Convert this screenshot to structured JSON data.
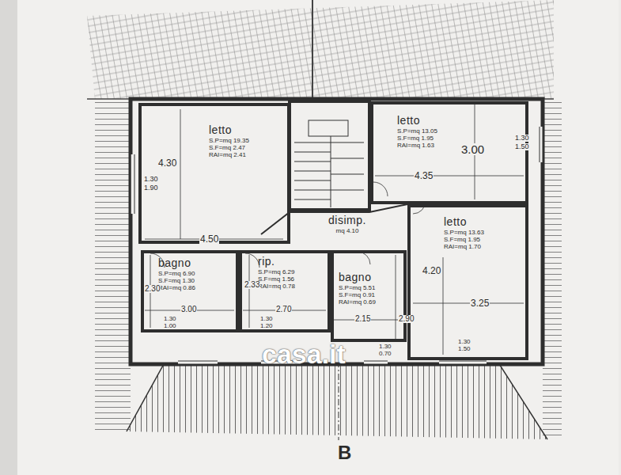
{
  "diagram": {
    "nodes": [
      {
        "text": [
          "letto",
          "S.P=mq 19.35",
          "S.F=mq 2.47",
          "RAI=mq 2.41"
        ]
      },
      {
        "text": [
          "letto",
          "S.P=mq 13.05",
          "S.F=mq 1.95",
          "RAI=mq 1.63"
        ]
      },
      {
        "text": [
          "disimp.",
          "mq 4.10"
        ]
      },
      {
        "text": [
          "letto",
          "S.P=mq 13.63",
          "S.F=mq 1.95",
          "RAI=mq 1.70"
        ]
      },
      {
        "text": [
          "bagno",
          "S.P=mq 6.90",
          "S.F=mq 1.30",
          "RAI=mq 0.86"
        ]
      },
      {
        "text": [
          "rip.",
          "S.P=mq 6.29",
          "S.F=mq 1.56",
          "RAI=mq 0.78"
        ]
      },
      {
        "text": [
          "bagno",
          "S.P=mq 5.51",
          "S.F=mq 0.91",
          "RAI=mq 0.69"
        ]
      }
    ],
    "labels": [
      "4.30",
      "4.50",
      "1.30",
      "1.90",
      "3.00",
      "4.35",
      "1.30",
      "1.50",
      "4.20",
      "3.25",
      "2.30",
      "3.00",
      "1.30",
      "1.00",
      "2.33",
      "2.70",
      "1.30",
      "1.20",
      "2.15",
      "2.90",
      "1.30",
      "0.70",
      "1.30",
      "1.50",
      "casa.it",
      "B"
    ]
  }
}
